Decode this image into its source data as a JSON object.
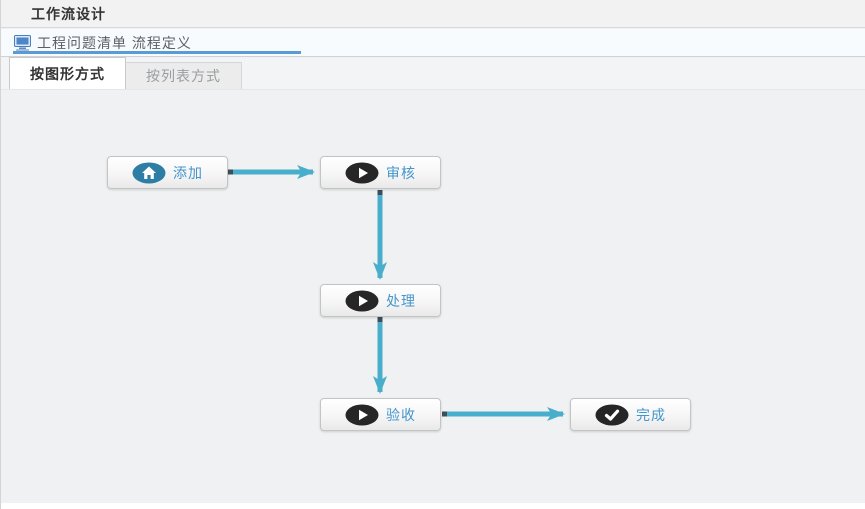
{
  "window": {
    "title": "工作流设计"
  },
  "breadcrumb": {
    "icon": "monitor-icon",
    "text": "工程问题清单 流程定义",
    "underline_color": "#5b9bd5"
  },
  "tabs": [
    {
      "label": "按图形方式",
      "active": true
    },
    {
      "label": "按列表方式",
      "active": false
    }
  ],
  "flow": {
    "nodes": [
      {
        "id": "add",
        "label": "添加",
        "icon": "home-icon",
        "icon_color": "#2e7da5"
      },
      {
        "id": "review",
        "label": "审核",
        "icon": "play-icon",
        "icon_color": "#262626"
      },
      {
        "id": "process",
        "label": "处理",
        "icon": "play-icon",
        "icon_color": "#262626"
      },
      {
        "id": "accept",
        "label": "验收",
        "icon": "play-icon",
        "icon_color": "#262626"
      },
      {
        "id": "complete",
        "label": "完成",
        "icon": "check-icon",
        "icon_color": "#262626"
      }
    ],
    "edges": [
      {
        "from": "add",
        "to": "review"
      },
      {
        "from": "review",
        "to": "process"
      },
      {
        "from": "process",
        "to": "accept"
      },
      {
        "from": "accept",
        "to": "complete"
      }
    ],
    "edge_color": "#49aecb"
  },
  "colors": {
    "node_label": "#4596cb",
    "breadcrumb_underline": "#5b9bd5",
    "edge": "#49aecb"
  }
}
